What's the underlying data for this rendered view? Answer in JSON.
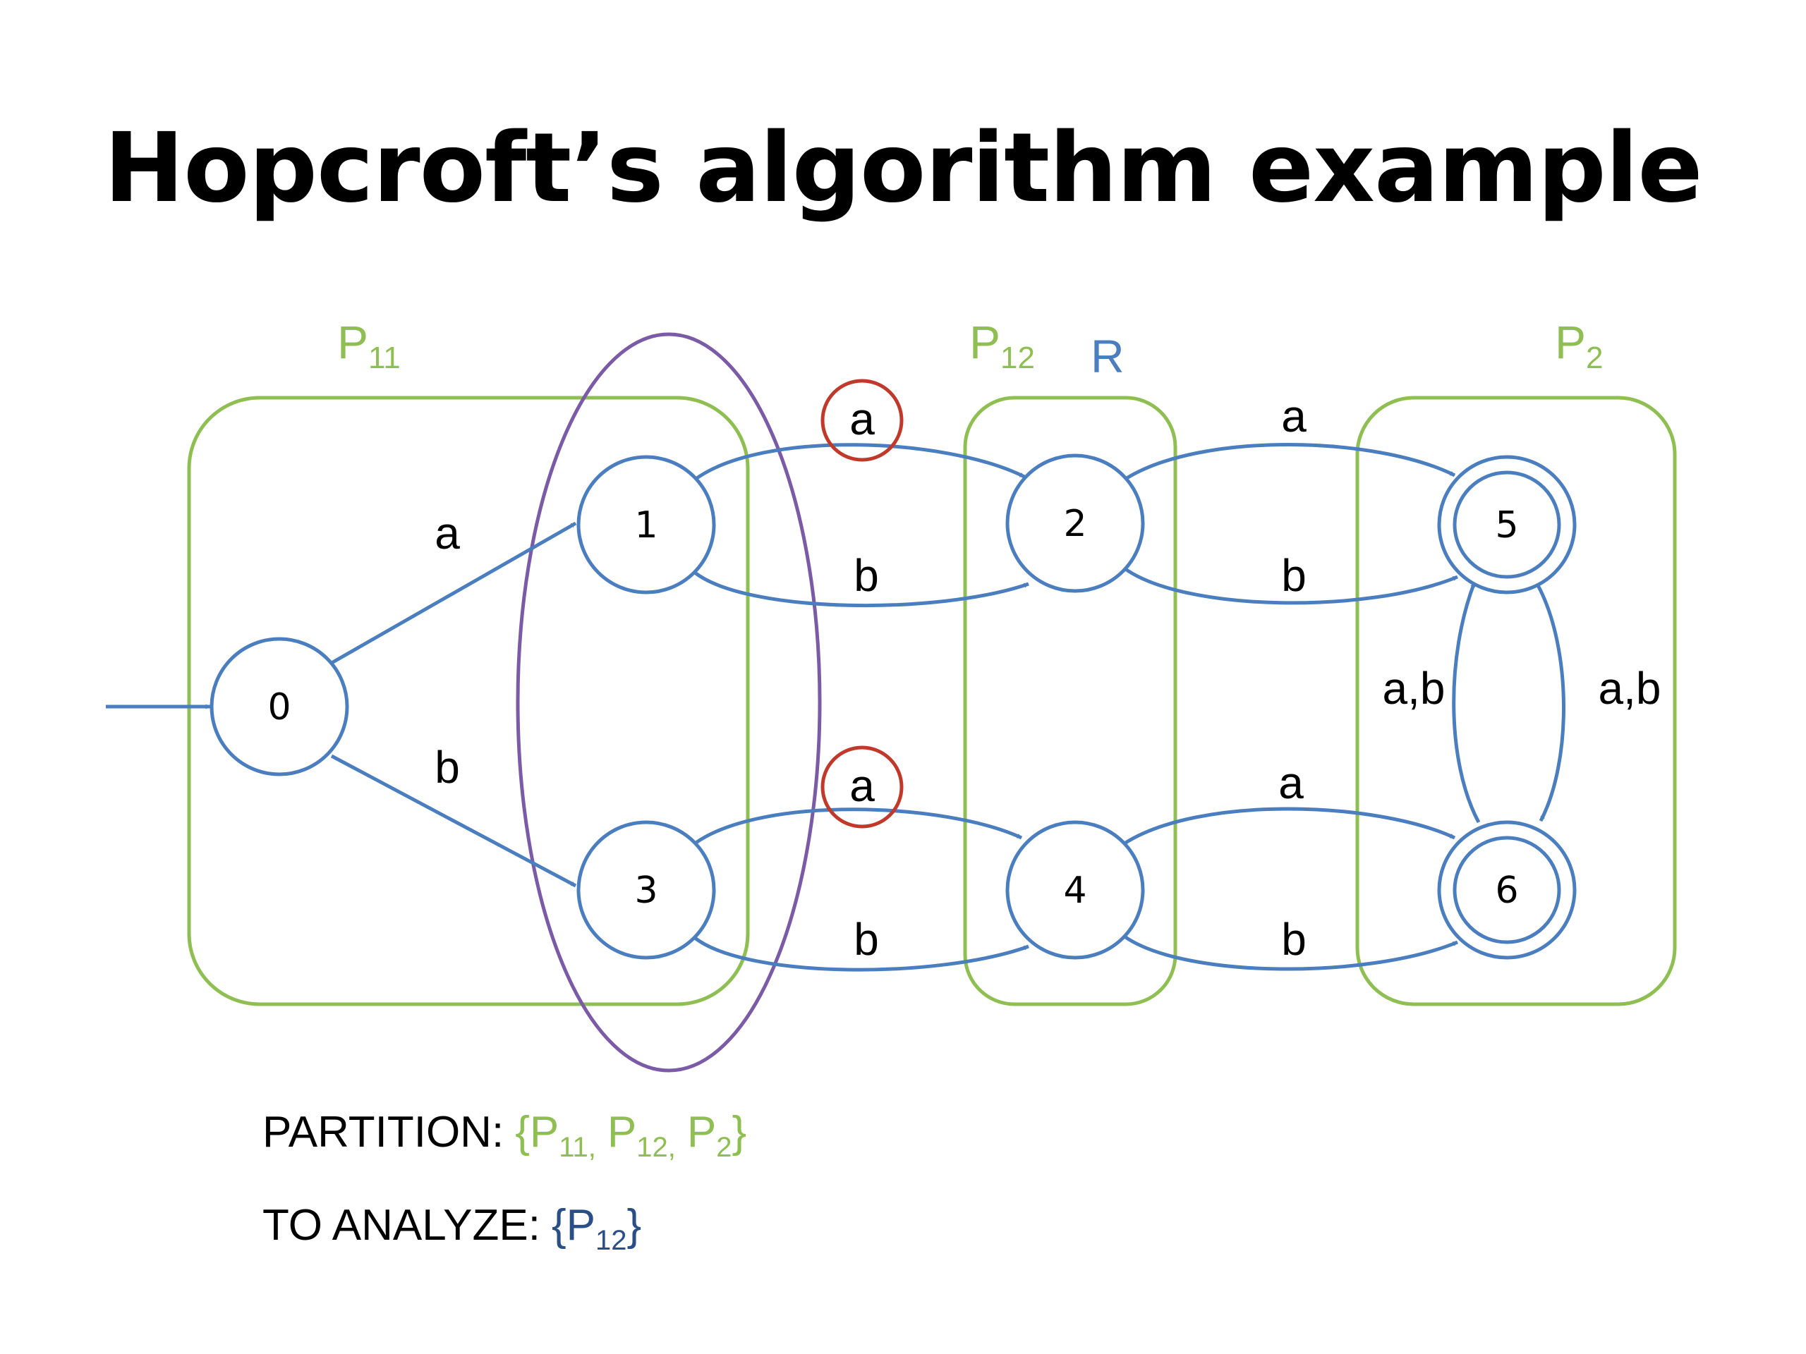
{
  "title": "Hopcroft’s algorithm example",
  "colors": {
    "partition_green": "#8fbf52",
    "state_blue": "#4a7ebf",
    "split_purple": "#7b5aa6",
    "highlight_red": "#c0392b",
    "analyze_blue": "#2a4f86"
  },
  "groups": {
    "p11": {
      "main": "P",
      "sub": "11"
    },
    "p12": {
      "main": "P",
      "sub": "12"
    },
    "p2": {
      "main": "P",
      "sub": "2"
    },
    "r": "R"
  },
  "states": [
    "0",
    "1",
    "2",
    "3",
    "4",
    "5",
    "6"
  ],
  "accepting_states": [
    "5",
    "6"
  ],
  "start_state": "0",
  "transitions": [
    {
      "from": "0",
      "to": "1",
      "label": "a"
    },
    {
      "from": "0",
      "to": "3",
      "label": "b"
    },
    {
      "from": "1",
      "to": "2",
      "label": "a",
      "highlighted": true
    },
    {
      "from": "1",
      "to": "2",
      "label": "b"
    },
    {
      "from": "3",
      "to": "4",
      "label": "a",
      "highlighted": true
    },
    {
      "from": "3",
      "to": "4",
      "label": "b"
    },
    {
      "from": "2",
      "to": "5",
      "label": "a"
    },
    {
      "from": "2",
      "to": "5",
      "label": "b"
    },
    {
      "from": "4",
      "to": "6",
      "label": "a"
    },
    {
      "from": "4",
      "to": "6",
      "label": "b"
    },
    {
      "from": "6",
      "to": "5",
      "label": "a,b"
    },
    {
      "from": "5",
      "to": "6",
      "label": "a,b"
    }
  ],
  "partition": {
    "label": "PARTITION:",
    "open": "{",
    "items": [
      {
        "main": "P",
        "sub": "11",
        "sep": ","
      },
      {
        "main": "P",
        "sub": "12",
        "sep": ","
      },
      {
        "main": "P",
        "sub": "2",
        "sep": ""
      }
    ],
    "close": "}"
  },
  "to_analyze": {
    "label": "TO ANALYZE:",
    "open": "{",
    "items": [
      {
        "main": "P",
        "sub": "12"
      }
    ],
    "close": "}"
  }
}
